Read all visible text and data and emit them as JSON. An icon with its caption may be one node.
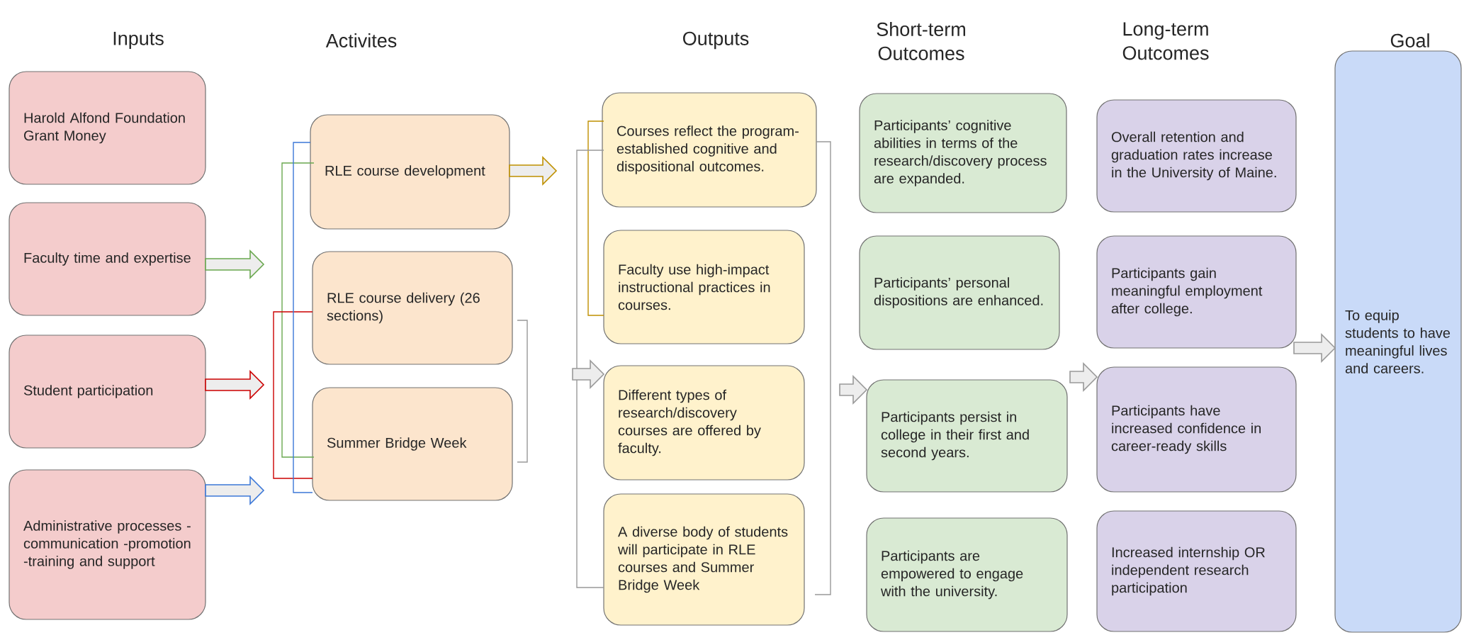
{
  "diagram": {
    "nodes": [
      {
        "text": [
          "Harold Alfond Foundation Grant Money"
        ]
      },
      {
        "text": [
          "Faculty time and expertise"
        ]
      },
      {
        "text": [
          "Student participation"
        ]
      },
      {
        "text": [
          "Administrative processes -communication -promotion -training and support"
        ]
      },
      {
        "text": [
          "RLE course development"
        ]
      },
      {
        "text": [
          "RLE course delivery (26 sections)"
        ]
      },
      {
        "text": [
          "Summer Bridge Week"
        ]
      },
      {
        "text": [
          "Courses reflect the program-established cognitive and dispositional outcomes."
        ]
      },
      {
        "text": [
          "Faculty use high-impact instructional practices in courses."
        ]
      },
      {
        "text": [
          "Different types of research/discovery courses are offered by faculty."
        ]
      },
      {
        "text": [
          "A diverse body of students will participate in RLE courses and Summer Bridge Week"
        ]
      },
      {
        "text": [
          "Participants’ cognitive abilities in terms of the research/discovery process are expanded."
        ]
      },
      {
        "text": [
          "Participants’ personal dispositions are enhanced."
        ]
      },
      {
        "text": [
          "Participants persist in college in their first and second years."
        ]
      },
      {
        "text": [
          "Participants are empowered to engage with the university."
        ]
      },
      {
        "text": [
          "Overall retention and graduation rates increase in the University of Maine."
        ]
      },
      {
        "text": [
          "Participants gain meaningful employment after college."
        ]
      },
      {
        "text": [
          "Participants have increased confidence in career-ready skills"
        ]
      },
      {
        "text": [
          "Increased internship OR independent research participation"
        ]
      },
      {
        "text": [
          "To equip students to have meaningful lives and careers."
        ],
        "beside": [
          "Goal"
        ]
      }
    ],
    "edges": [
      {
        "from": 1,
        "to": null,
        "arrow": "to",
        "color": "#6aa84f"
      },
      {
        "from": 2,
        "to": null,
        "arrow": "to",
        "color": "#cc0000"
      },
      {
        "from": 3,
        "to": null,
        "arrow": "to",
        "color": "#3c78d8"
      },
      {
        "from": 4,
        "to": null,
        "arrow": "to",
        "color": "#bf9000"
      },
      {
        "from": null,
        "to": 9,
        "arrow": "to"
      },
      {
        "from": null,
        "to": 13,
        "arrow": "to"
      },
      {
        "from": null,
        "to": 17,
        "arrow": "to"
      },
      {
        "from": null,
        "to": 19,
        "arrow": "to"
      }
    ],
    "labels": [
      "Inputs",
      "Activites",
      "Outputs",
      "Short-term Outcomes",
      "Long-term Outcomes"
    ]
  }
}
